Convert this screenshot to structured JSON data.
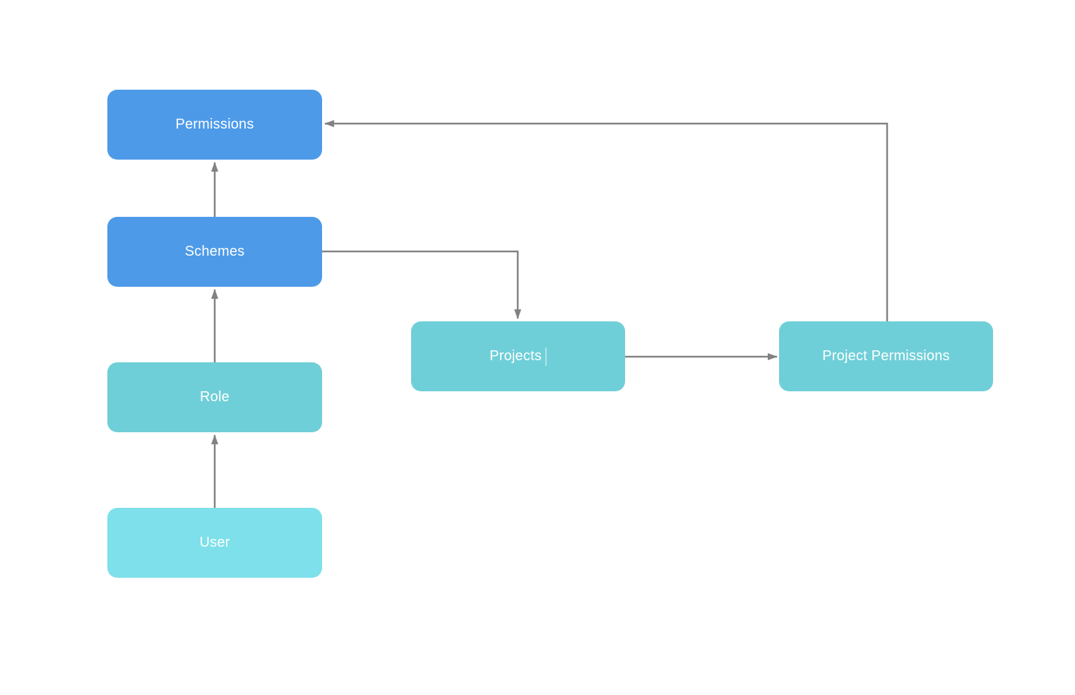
{
  "diagram": {
    "nodes": {
      "permissions": {
        "label": "Permissions",
        "fill": "#4d9ae9"
      },
      "schemes": {
        "label": "Schemes",
        "fill": "#4d9ae9"
      },
      "role": {
        "label": "Role",
        "fill": "#6fcfd8"
      },
      "user": {
        "label": "User",
        "fill": "#7de0ea"
      },
      "projects": {
        "label": "Projects",
        "fill": "#6fcfd8"
      },
      "project_permissions": {
        "label": "Project Permissions",
        "fill": "#6fcfd8"
      }
    },
    "edges": [
      {
        "from": "user",
        "to": "role"
      },
      {
        "from": "role",
        "to": "schemes"
      },
      {
        "from": "schemes",
        "to": "permissions"
      },
      {
        "from": "schemes",
        "to": "projects"
      },
      {
        "from": "projects",
        "to": "project_permissions"
      },
      {
        "from": "project_permissions",
        "to": "permissions"
      }
    ],
    "colors": {
      "connector": "#828282",
      "node_text": "#ffffff",
      "background": "#ffffff"
    }
  }
}
